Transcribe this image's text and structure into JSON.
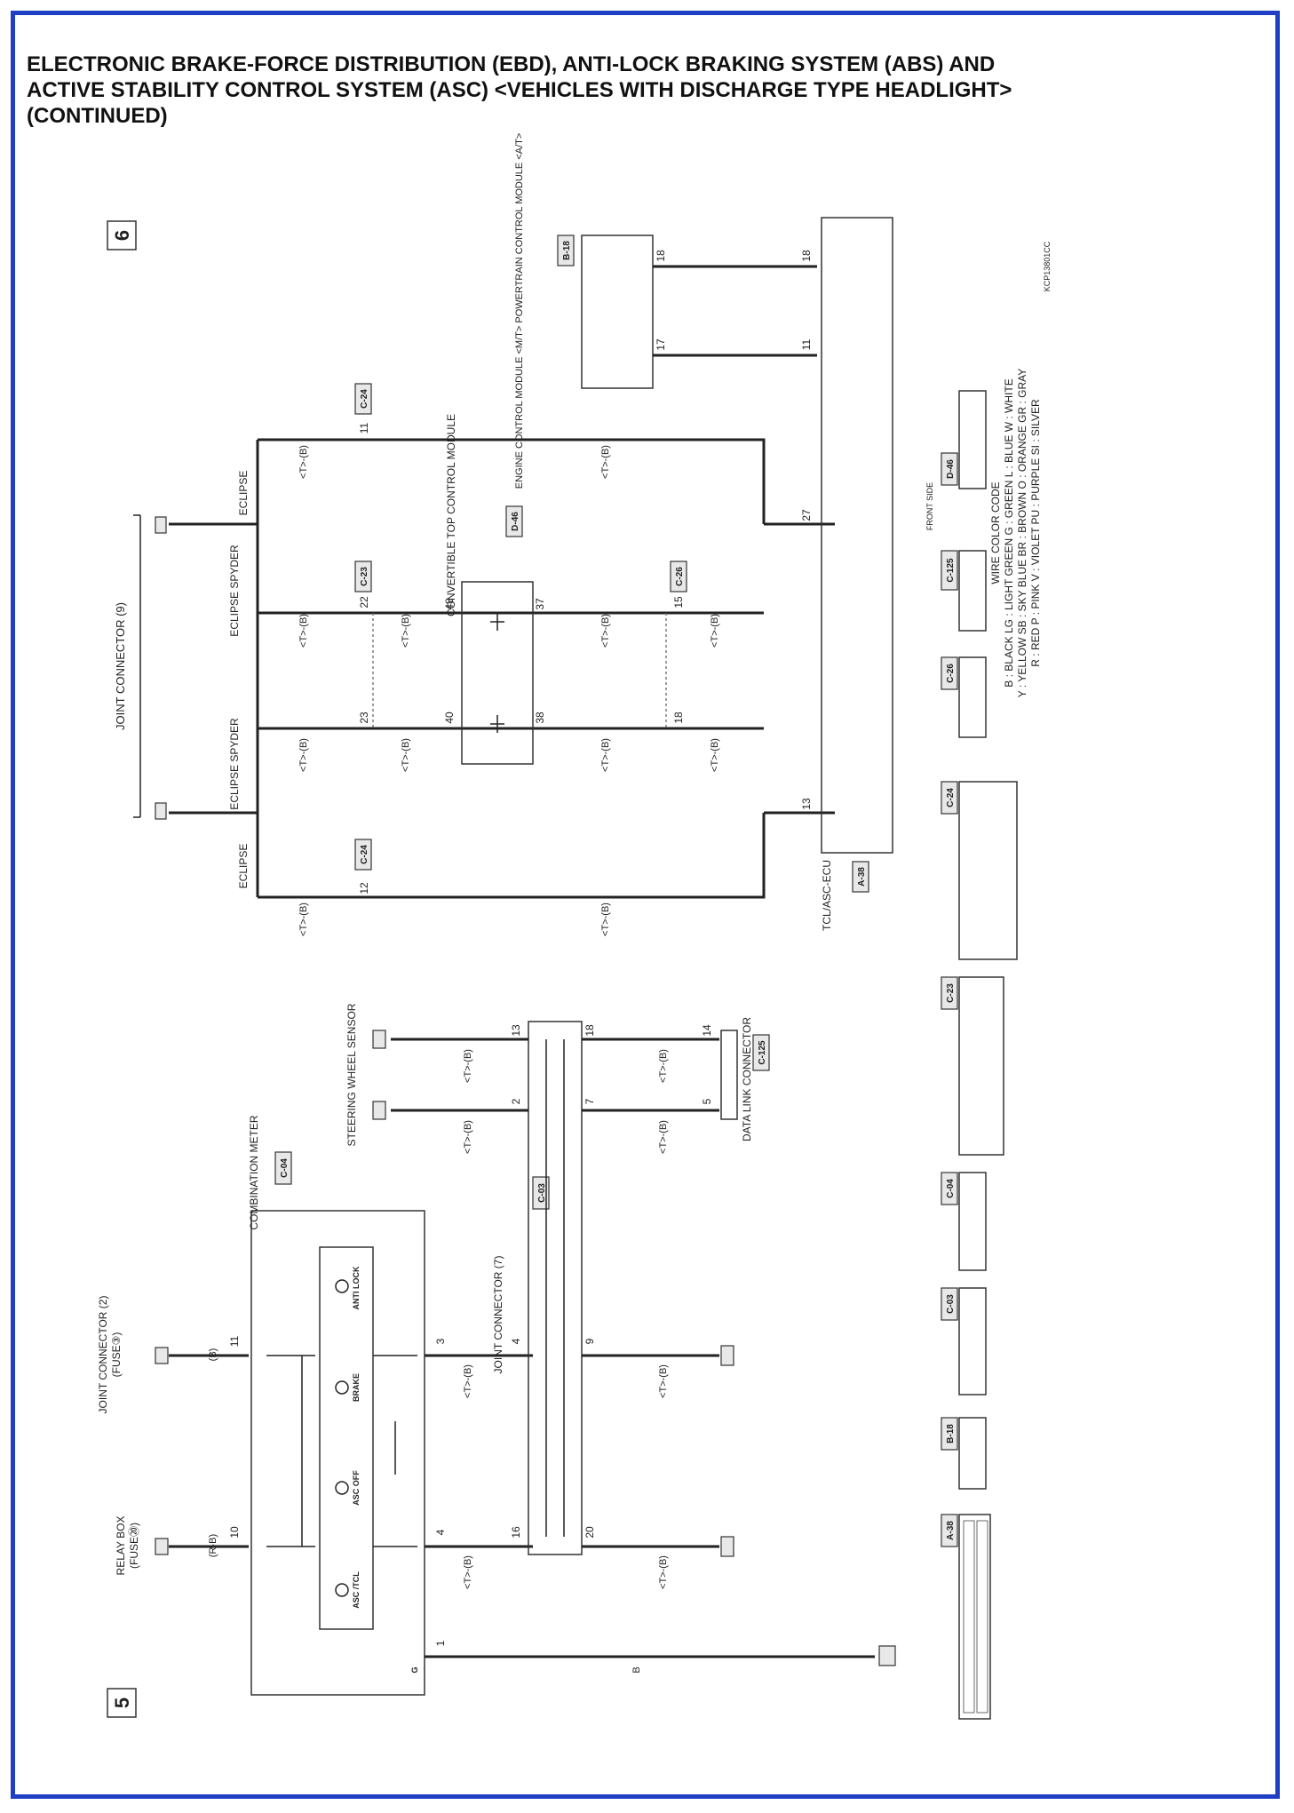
{
  "title": {
    "line1": "ELECTRONIC BRAKE-FORCE DISTRIBUTION (EBD), ANTI-LOCK BRAKING SYSTEM (ABS) AND",
    "line2": "ACTIVE STABILITY CONTROL SYSTEM (ASC) <VEHICLES WITH DISCHARGE TYPE HEADLIGHT>",
    "line3": "(CONTINUED)"
  },
  "page_markers": {
    "left": "5",
    "right": "6"
  },
  "drawing_code": "KCP13801CC",
  "components": {
    "relay_box": "RELAY BOX",
    "relay_box_fuse": "(FUSE⑳)",
    "joint_connector_2": "JOINT CONNECTOR (2)",
    "joint_connector_2_fuse": "(FUSE③)",
    "combination_meter": "COMBINATION METER",
    "combination_meter_id": "C-04",
    "joint_connector_7": "JOINT CONNECTOR (7)",
    "joint_connector_7_id": "C-03",
    "steering_wheel_sensor": "STEERING WHEEL SENSOR",
    "data_link_connector": "DATA LINK CONNECTOR",
    "data_link_connector_id": "C-125",
    "joint_connector_9": "JOINT CONNECTOR (9)",
    "convertible_top": "CONVERTIBLE TOP CONTROL MODULE",
    "convertible_top_id": "D-46",
    "ecm": "ENGINE CONTROL MODULE <M/T> POWERTRAIN CONTROL MODULE <A/T>",
    "ecm_id": "B-18",
    "tcl_ecu": "TCL/ASC-ECU",
    "tcl_ecu_id": "A-38",
    "eclipse": "ECLIPSE",
    "eclipse_spyder": "ECLIPSE SPYDER",
    "c24": "C-24",
    "c23": "C-23",
    "c26": "C-26"
  },
  "indicators": {
    "asc_tcl": "ASC /TCL",
    "asc_off": "ASC OFF",
    "brake": "BRAKE",
    "anti_lock": "ANTI LOCK"
  },
  "wire_labels": {
    "rb": "(R-B)",
    "b": "(B)",
    "gnd": "B",
    "b_wire": "<T>-(B)"
  },
  "pins": {
    "p10": "10",
    "p11": "11",
    "p1": "1",
    "p3": "3",
    "p4": "4",
    "p16": "16",
    "p20": "20",
    "p9": "9",
    "p2": "2",
    "p7": "7",
    "p13": "13",
    "p18": "18",
    "p5": "5",
    "p14": "14",
    "p12": "12",
    "p23": "23",
    "p22": "22",
    "p15": "15",
    "p40": "40",
    "p48": "48",
    "p38": "38",
    "p37": "37",
    "p27": "27",
    "p17": "17"
  },
  "ground_label": "G",
  "wire_color_code": {
    "title": "WIRE COLOR CODE",
    "row1": "B : BLACK   LG : LIGHT GREEN   G : GREEN   L : BLUE   W : WHITE",
    "row2": "Y : YELLOW   SB : SKY BLUE   BR : BROWN   O : ORANGE   GR : GRAY",
    "row3": "R : RED   P : PINK   V : VIOLET   PU : PURPLE   SI : SILVER"
  },
  "connector_legend": {
    "a38": "A-38",
    "b18": "B-18",
    "c03": "C-03",
    "c04": "C-04",
    "c23": "C-23",
    "c24": "C-24",
    "c26": "C-26",
    "c125": "C-125",
    "d46": "D-46",
    "front_side": "FRONT SIDE"
  }
}
